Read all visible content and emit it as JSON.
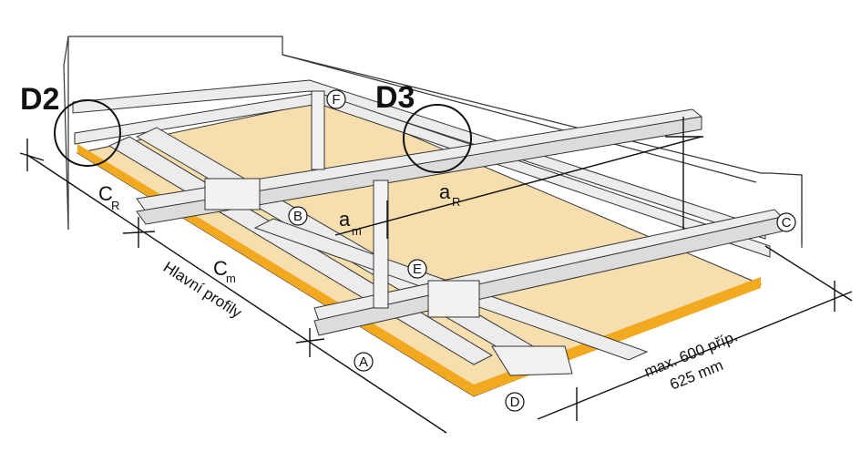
{
  "detail_labels": {
    "d2": "D2",
    "d3": "D3"
  },
  "dimensions": {
    "c_r": {
      "main": "C",
      "sub": "R"
    },
    "c_m": {
      "main": "C",
      "sub": "m"
    },
    "a_m": {
      "main": "a",
      "sub": "m"
    },
    "a_r": {
      "main": "a",
      "sub": "R"
    }
  },
  "text_labels": {
    "main_profiles": "Hlavní profily",
    "spacing_line1": "max. 600 příp.",
    "spacing_line2": "625 mm"
  },
  "markers": [
    "A",
    "B",
    "C",
    "D",
    "E",
    "F"
  ],
  "colors": {
    "board": "#f7deaf",
    "board_edge": "#f2a91f",
    "profile": "#ececec",
    "line": "#222222",
    "wall": "#f4f4f4"
  }
}
